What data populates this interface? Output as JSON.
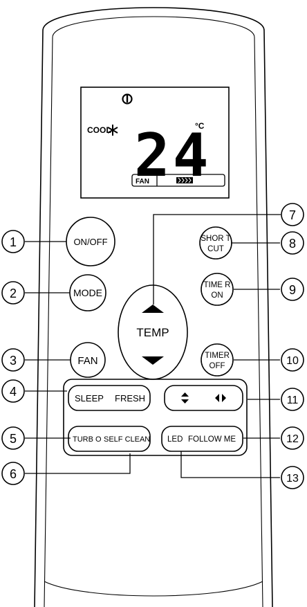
{
  "display": {
    "mode_label": "COOL",
    "temperature": "24",
    "unit": "°C",
    "fan_label": "FAN"
  },
  "buttons": {
    "on_off": "ON/OFF",
    "mode": "MODE",
    "fan": "FAN",
    "temp": "TEMP",
    "shortcut_line1": "SHOR T",
    "shortcut_line2": "CUT",
    "timer_on_line1": "TIME R",
    "timer_on_line2": "ON",
    "timer_off_line1": "TIMER",
    "timer_off_line2": "OFF",
    "sleep": "SLEEP",
    "fresh": "FRESH",
    "turbo": "TURB O",
    "self_clean": "SELF CLEAN",
    "led": "LED",
    "follow_me": "FOLLOW ME"
  },
  "callouts": [
    "1",
    "2",
    "3",
    "4",
    "5",
    "6",
    "7",
    "8",
    "9",
    "10",
    "11",
    "12",
    "13"
  ],
  "icons": {
    "power": "power-icon",
    "snowflake": "snowflake-icon",
    "fan_speed": "fan-speed-icon",
    "temp_up": "triangle-up-icon",
    "temp_down": "triangle-down-icon",
    "swing_vertical": "swing-vertical-icon",
    "swing_horizontal": "swing-horizontal-icon"
  }
}
